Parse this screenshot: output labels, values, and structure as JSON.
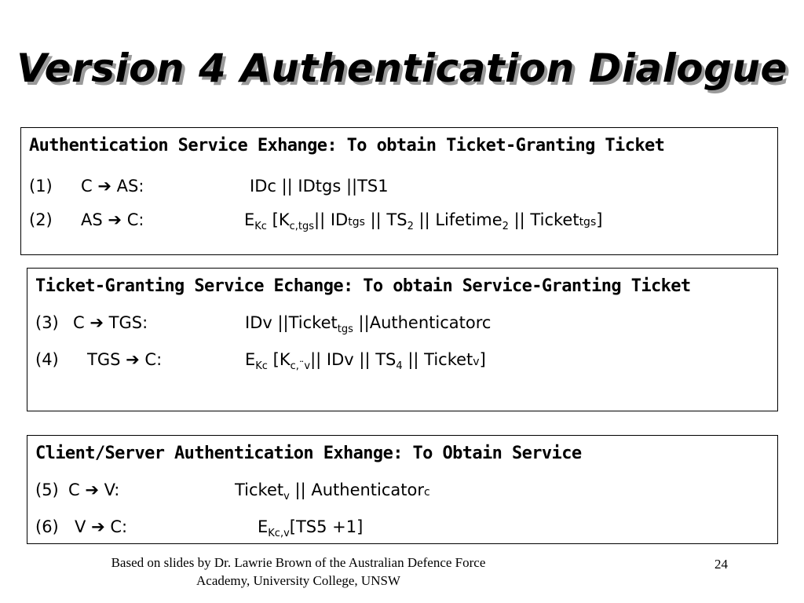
{
  "title": "Version 4 Authentication Dialogue",
  "box1": {
    "heading": "Authentication Service Exhange: To obtain Ticket-Granting Ticket",
    "step1": {
      "num": "(1)",
      "from": "C",
      "arrow": "➔",
      "to": "AS:",
      "msg": "IDc || IDtgs ||TS1"
    },
    "step2": {
      "num": "(2)",
      "from": "AS",
      "arrow": "➔",
      "to": "C:",
      "msg": {
        "e": "E",
        "e_sub": "Kc",
        "a": " [K",
        "a_sub": "c,tgs",
        "b": "|| ID",
        "b_small": "tgs",
        "c": " || TS",
        "c_sub": "2",
        "d": " || Lifetime",
        "d_sub": "2",
        "f": " || Ticket",
        "f_small": "tgs",
        "g": "]"
      }
    }
  },
  "box2": {
    "heading": "Ticket-Granting Service Echange: To obtain Service-Granting Ticket",
    "step3": {
      "num": "(3)",
      "from": "C",
      "arrow": "➔",
      "to": "TGS:",
      "msg": {
        "a": "IDv ||Ticket",
        "a_sub": "tgs",
        "b": " ||Authenticatorc"
      }
    },
    "step4": {
      "num": "(4)",
      "from": "TGS",
      "arrow": "➔",
      "to": "C:",
      "msg": {
        "e": "E",
        "e_sub": "Kc",
        "a": " [K",
        "a_sub": "c,¨v",
        "b": "|| IDv || TS",
        "b_sub": "4",
        "c": " || Ticket",
        "c_small": "v",
        "d": "]"
      }
    }
  },
  "box3": {
    "heading": "Client/Server Authentication Exhange: To Obtain Service",
    "step5": {
      "num": "(5)",
      "from": "C",
      "arrow": "➔",
      "to": "V:",
      "msg": {
        "a": "Ticket",
        "a_sub": "v",
        "b": " || Authenticator",
        "b_small": "c"
      }
    },
    "step6": {
      "num": "(6)",
      "from": "V",
      "arrow": "➔",
      "to": "C:",
      "msg": {
        "e": "E",
        "e_sub": "Kc,v",
        "a": "[TS5 +1]"
      }
    }
  },
  "footer": {
    "line1": "Based on slides by Dr. Lawrie Brown of the Australian Defence Force",
    "line2": "Academy, University College, UNSW"
  },
  "page_number": "24"
}
